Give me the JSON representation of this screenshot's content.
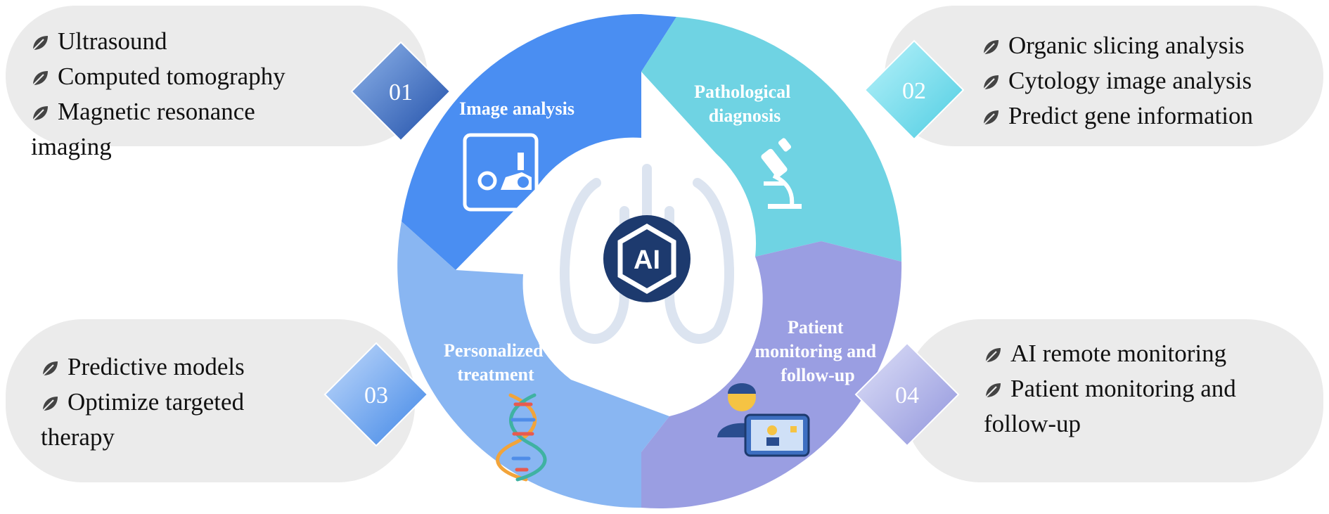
{
  "center": {
    "label": "AI"
  },
  "colors": {
    "blue": "#4a8ef2",
    "cyan": "#6fd3e3",
    "lightblue": "#89b6f2",
    "purple": "#9a9ee2",
    "pill": "#ebebeb",
    "navy": "#1d3a6e"
  },
  "segments": [
    {
      "number": "01",
      "title_lines": [
        "Image analysis"
      ],
      "icon": "image-analysis-icon",
      "bullets": [
        "Ultrasound",
        "Computed tomography",
        "Magnetic resonance"
      ],
      "bullet_tail": "imaging"
    },
    {
      "number": "02",
      "title_lines": [
        "Pathological",
        "diagnosis"
      ],
      "icon": "microscope-icon",
      "bullets": [
        "Organic slicing analysis",
        "Cytology image analysis",
        "Predict gene information"
      ],
      "bullet_tail": ""
    },
    {
      "number": "03",
      "title_lines": [
        "Personalized",
        "treatment"
      ],
      "icon": "dna-icon",
      "bullets": [
        "Predictive models",
        "Optimize targeted"
      ],
      "bullet_tail": "therapy"
    },
    {
      "number": "04",
      "title_lines": [
        "Patient",
        "monitoring and",
        "follow-up"
      ],
      "icon": "remote-doctor-icon",
      "bullets": [
        "AI remote monitoring",
        "Patient monitoring and"
      ],
      "bullet_tail": "follow-up"
    }
  ]
}
